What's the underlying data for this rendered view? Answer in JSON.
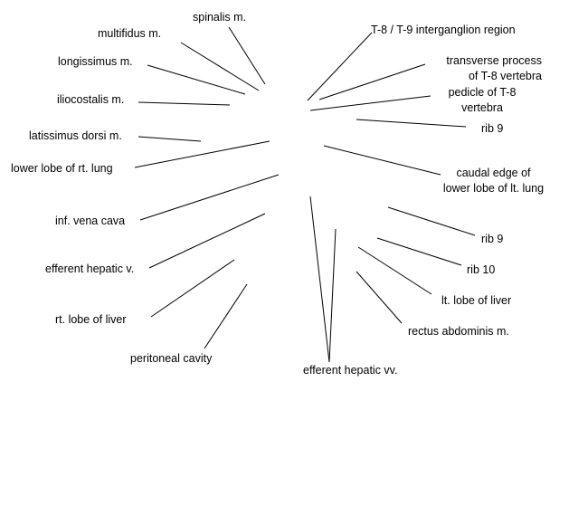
{
  "labels": {
    "spinalis": "spinalis m.",
    "multifidus": "multifidus m.",
    "longissimus": "longissimus m.",
    "iliocostalis": "iliocostalis m.",
    "latissimus": "latissimus dorsi m.",
    "rt_lung": "lower lobe of rt. lung",
    "ivc": "inf. vena cava",
    "efferent_v": "efferent hepatic v.",
    "rt_liver": "rt. lobe of liver",
    "peritoneal": "peritoneal cavity",
    "efferent_vv": "efferent hepatic vv.",
    "rectus": "rectus abdominis m.",
    "lt_liver": "lt. lobe of liver",
    "rib10": "rib 10",
    "rib9_lower": "rib 9",
    "caudal_1": "caudal edge of",
    "caudal_2": "lower lobe of lt. lung",
    "rib9_upper": "rib 9",
    "pedicle_1": "pedicle of T-8",
    "pedicle_2": "vertebra",
    "transverse_1": "transverse process",
    "transverse_2": "of T-8 vertebra",
    "interganglion": "T-8 / T-9 interganglion region"
  }
}
